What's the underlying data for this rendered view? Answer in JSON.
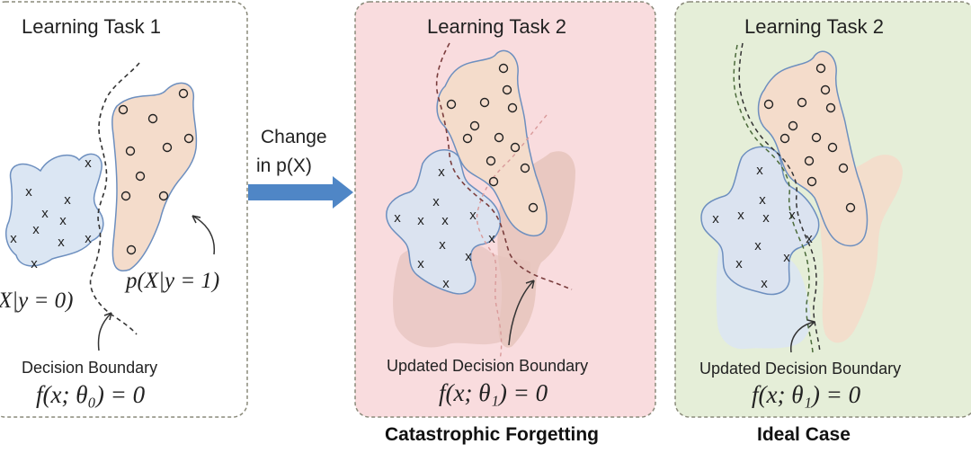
{
  "panels": {
    "task1": {
      "title": "Learning Task 1",
      "label_class0": "X|y = 0)",
      "label_class1": "p(X|y = 1)",
      "boundary_label": "Decision Boundary",
      "boundary_eq": "f(x; θ₀) = 0"
    },
    "task2_forgetting": {
      "title": "Learning Task 2",
      "boundary_label": "Updated Decision Boundary",
      "boundary_eq": "f(x; θ₁) = 0",
      "caption": "Catastrophic Forgetting"
    },
    "task2_ideal": {
      "title": "Learning Task 2",
      "boundary_label": "Updated Decision Boundary",
      "boundary_eq": "f(x; θ₁) = 0",
      "caption": "Ideal Case"
    }
  },
  "arrow": {
    "line1": "Change",
    "line2": "in p(X)"
  },
  "markers": {
    "class0_symbol": "x",
    "class1_symbol": "o"
  },
  "colors": {
    "class0_fill": "#dbe6f3",
    "class1_fill": "#f4dccb",
    "forgetting_bg": "#f9dcde",
    "ideal_bg": "#e5eed8",
    "arrow": "#4f86c6",
    "border": "#8a8a7a"
  }
}
